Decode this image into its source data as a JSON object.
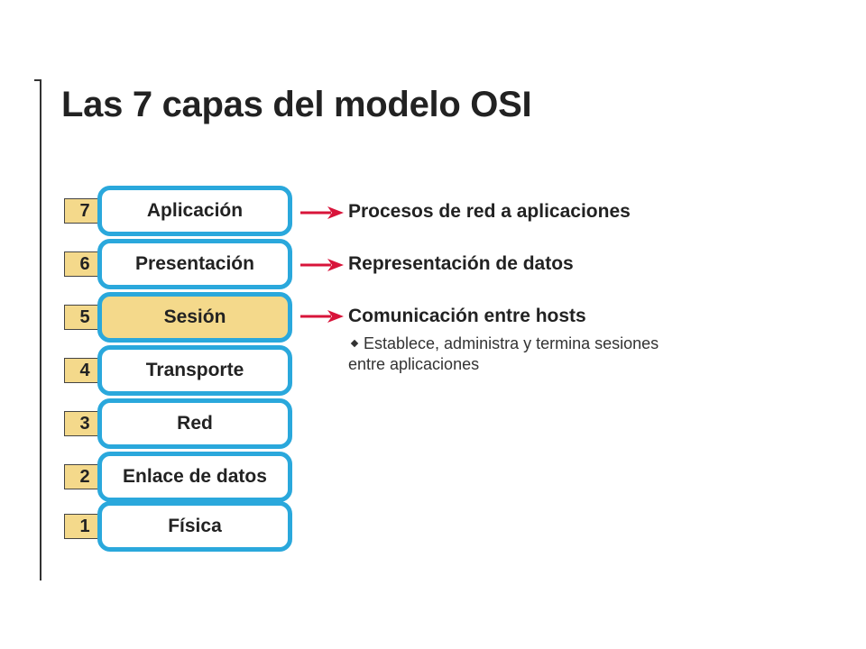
{
  "title": "Las 7 capas del modelo OSI",
  "layers": [
    {
      "number": "7",
      "name": "Aplicación"
    },
    {
      "number": "6",
      "name": "Presentación"
    },
    {
      "number": "5",
      "name": "Sesión"
    },
    {
      "number": "4",
      "name": "Transporte"
    },
    {
      "number": "3",
      "name": "Red"
    },
    {
      "number": "2",
      "name": "Enlace de datos"
    },
    {
      "number": "1",
      "name": "Física"
    }
  ],
  "descriptions": {
    "aplicacion": "Procesos de red a aplicaciones",
    "presentacion": "Representación de datos",
    "sesion": "Comunicación entre hosts",
    "sesion_bullet_line1": "Establece, administra y termina sesiones",
    "sesion_bullet_line2": "entre aplicaciones"
  },
  "colors": {
    "layer_border": "#2aa8dc",
    "highlight_fill": "#f4d98b",
    "arrow": "#d8143a"
  },
  "highlighted_layer": "5"
}
